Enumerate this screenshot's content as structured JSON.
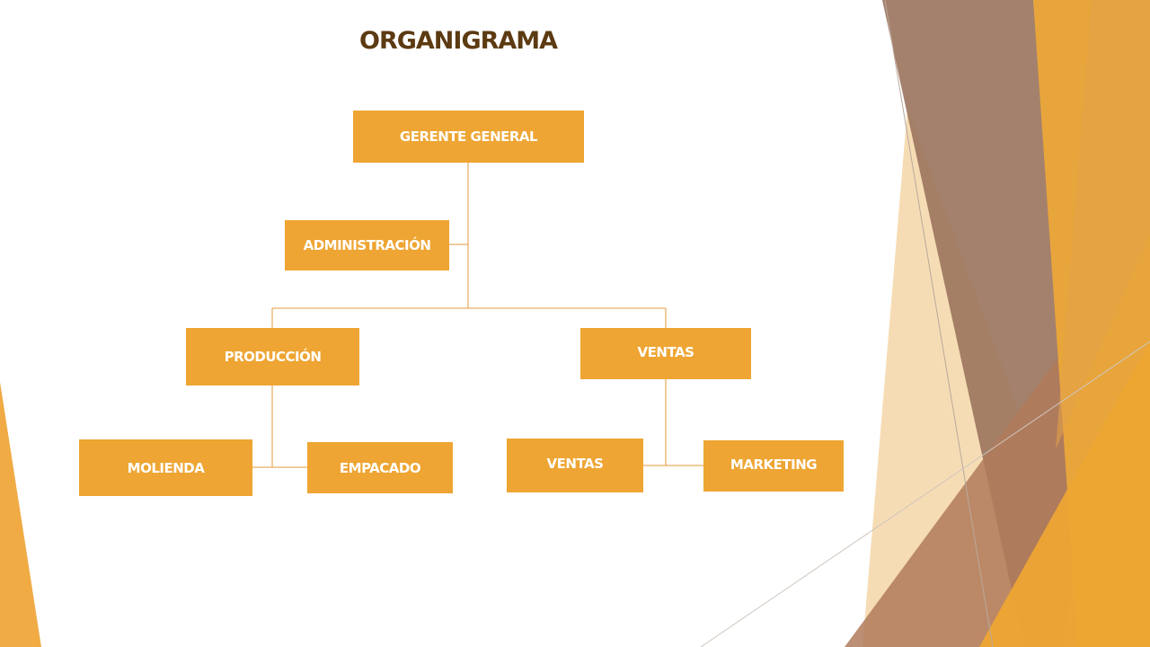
{
  "slide": {
    "title": "ORGANIGRAMA"
  },
  "colors": {
    "title": "#5c3a12",
    "node_fill": "#eea533",
    "node_text": "#ffffff",
    "connector": "#e39a3b",
    "decor_brown": "#9c7660",
    "decor_orange": "#e8a53c",
    "decor_light": "#f4d3a4"
  },
  "org_chart": {
    "root": {
      "id": "gerente-general",
      "label": "GERENTE GENERAL"
    },
    "staff": {
      "id": "administracion",
      "label": "ADMINISTRACIÓN",
      "reports_to": "gerente-general"
    },
    "departments": [
      {
        "id": "produccion",
        "label": "PRODUCCIÓN",
        "reports_to": "gerente-general",
        "children": [
          {
            "id": "molienda",
            "label": "MOLIENDA"
          },
          {
            "id": "empacado",
            "label": "EMPACADO"
          }
        ]
      },
      {
        "id": "ventas",
        "label": "VENTAS",
        "reports_to": "gerente-general",
        "children": [
          {
            "id": "ventas-sub",
            "label": "VENTAS"
          },
          {
            "id": "marketing",
            "label": "MARKETING"
          }
        ]
      }
    ]
  }
}
